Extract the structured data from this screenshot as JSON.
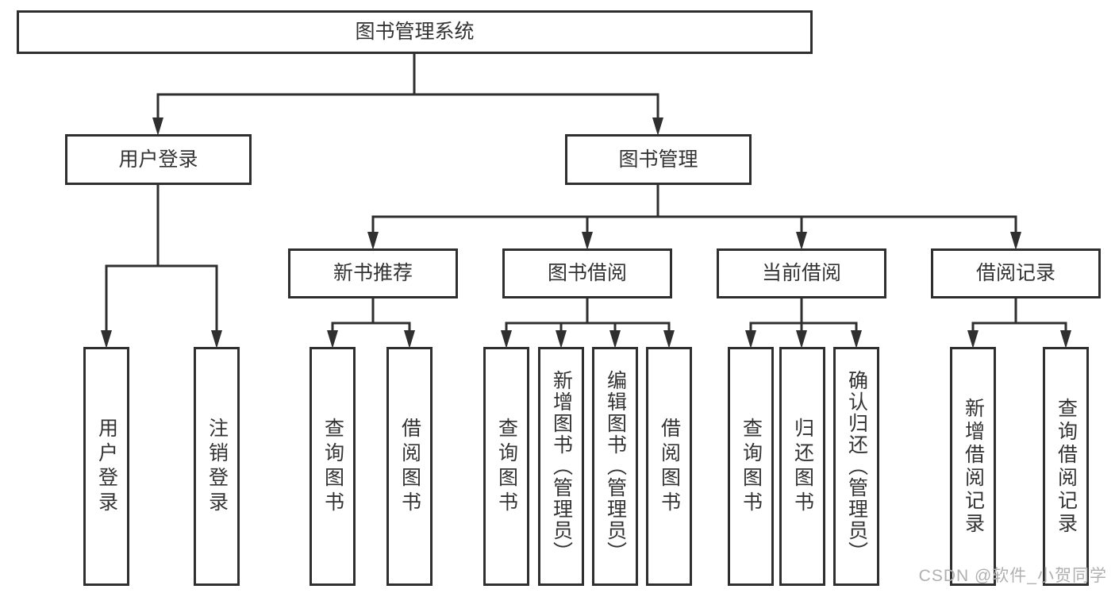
{
  "diagram": {
    "root": {
      "label": "图书管理系统",
      "children": [
        {
          "label": "用户登录",
          "children": [
            {
              "label": "用户登录"
            },
            {
              "label": "注销登录"
            }
          ]
        },
        {
          "label": "图书管理",
          "children": [
            {
              "label": "新书推荐",
              "children": [
                {
                  "label": "查询图书"
                },
                {
                  "label": "借阅图书"
                }
              ]
            },
            {
              "label": "图书借阅",
              "children": [
                {
                  "label": "查询图书"
                },
                {
                  "label": "新增图书（管理员）"
                },
                {
                  "label": "编辑图书（管理员）"
                },
                {
                  "label": "借阅图书"
                }
              ]
            },
            {
              "label": "当前借阅",
              "children": [
                {
                  "label": "查询图书"
                },
                {
                  "label": "归还图书"
                },
                {
                  "label": "确认归还（管理员）"
                }
              ]
            },
            {
              "label": "借阅记录",
              "children": [
                {
                  "label": "新增借阅记录"
                },
                {
                  "label": "查询借阅记录"
                }
              ]
            }
          ]
        }
      ]
    },
    "colors": {
      "line": "#2f2f2f",
      "text": "#333333",
      "background": "#ffffff",
      "watermark": "#b0b0b0"
    }
  },
  "watermark": {
    "text": "CSDN @软件_小贺同学"
  }
}
